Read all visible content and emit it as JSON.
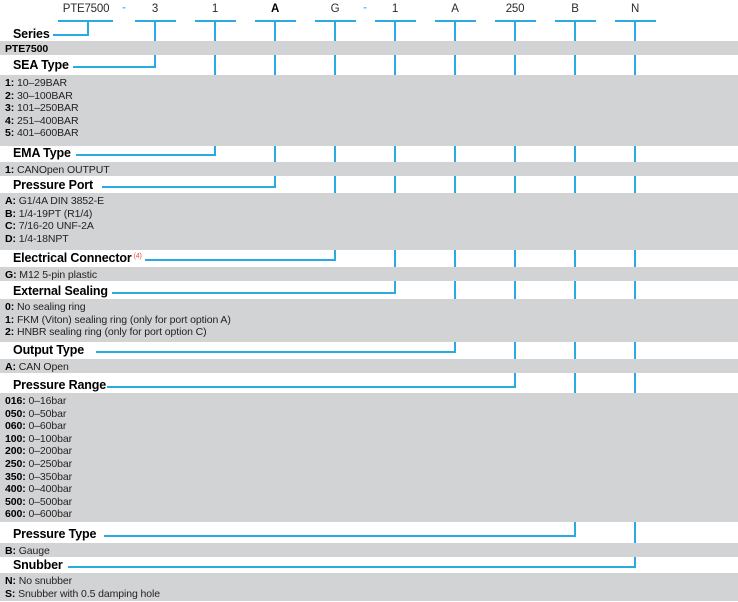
{
  "colors": {
    "accent": "#29abe2",
    "band_gray": "#d1d3d4",
    "footnote_red": "#ee4f44"
  },
  "code": {
    "separator": "-",
    "segments": [
      {
        "text": "PTE7500"
      },
      {
        "text": "3"
      },
      {
        "text": "1"
      },
      {
        "text": "A"
      },
      {
        "text": "G"
      },
      {
        "text": "1"
      },
      {
        "text": "A"
      },
      {
        "text": "250"
      },
      {
        "text": "B"
      },
      {
        "text": "N"
      }
    ]
  },
  "sections": [
    {
      "title": "Series",
      "options": [
        {
          "key": "PTE7500",
          "desc": ""
        }
      ]
    },
    {
      "title": "SEA Type",
      "options": [
        {
          "key": "1:",
          "desc": "10–29BAR"
        },
        {
          "key": "2:",
          "desc": "30–100BAR"
        },
        {
          "key": "3:",
          "desc": "101–250BAR"
        },
        {
          "key": "4:",
          "desc": "251–400BAR"
        },
        {
          "key": "5:",
          "desc": "401–600BAR"
        }
      ]
    },
    {
      "title": "EMA Type",
      "options": [
        {
          "key": "1:",
          "desc": "CANOpen OUTPUT"
        }
      ]
    },
    {
      "title": "Pressure Port",
      "options": [
        {
          "key": "A:",
          "desc": "G1/4A DIN 3852-E"
        },
        {
          "key": "B:",
          "desc": "1/4-19PT (R1/4)"
        },
        {
          "key": "C:",
          "desc": "7/16-20 UNF-2A"
        },
        {
          "key": "D:",
          "desc": "1/4-18NPT"
        }
      ]
    },
    {
      "title": "Electrical Connector",
      "footnote": "(4)",
      "options": [
        {
          "key": "G:",
          "desc": "M12 5-pin plastic"
        }
      ]
    },
    {
      "title": "External Sealing",
      "options": [
        {
          "key": "0:",
          "desc": "No sealing ring"
        },
        {
          "key": "1:",
          "desc": "FKM (Viton) sealing ring (only for port option A)"
        },
        {
          "key": "2:",
          "desc": "HNBR sealing ring (only for port option C)"
        }
      ]
    },
    {
      "title": "Output Type",
      "options": [
        {
          "key": "A:",
          "desc": "CAN Open"
        }
      ]
    },
    {
      "title": "Pressure Range",
      "options": [
        {
          "key": "016:",
          "desc": "0–16bar"
        },
        {
          "key": "050:",
          "desc": "0–50bar"
        },
        {
          "key": "060:",
          "desc": "0–60bar"
        },
        {
          "key": "100:",
          "desc": "0–100bar"
        },
        {
          "key": "200:",
          "desc": "0–200bar"
        },
        {
          "key": "250:",
          "desc": "0–250bar"
        },
        {
          "key": "350:",
          "desc": "0–350bar"
        },
        {
          "key": "400:",
          "desc": "0–400bar"
        },
        {
          "key": "500:",
          "desc": "0–500bar"
        },
        {
          "key": "600:",
          "desc": "0–600bar"
        }
      ]
    },
    {
      "title": "Pressure Type",
      "options": [
        {
          "key": "B:",
          "desc": "Gauge"
        }
      ]
    },
    {
      "title": "Snubber",
      "options": [
        {
          "key": "N:",
          "desc": "No snubber"
        },
        {
          "key": "S:",
          "desc": "Snubber with 0.5 damping hole"
        }
      ]
    }
  ]
}
